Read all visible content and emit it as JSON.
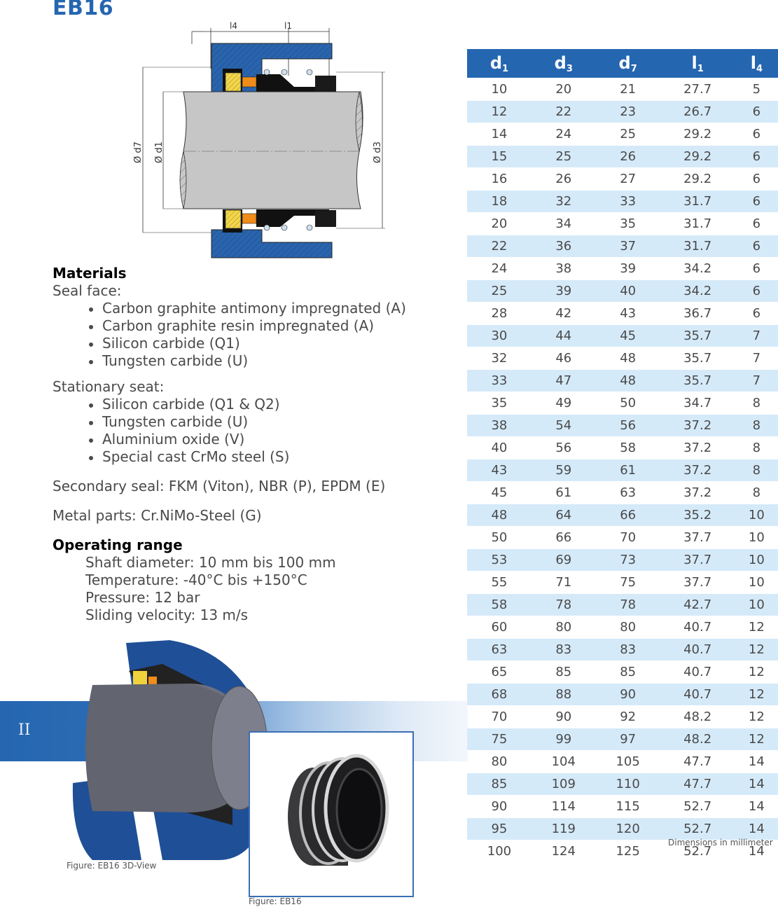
{
  "page": {
    "title": "EB16",
    "section_label": "II",
    "colors": {
      "brand_blue": "#2566b0",
      "stripe_blue": "#d5eaf9",
      "text_gray": "#4a4a4a"
    }
  },
  "drawing": {
    "dim_l4": "l4",
    "dim_l1": "l1",
    "dim_d7": "Ø d7",
    "dim_d1": "Ø d1",
    "dim_d3": "Ø d3"
  },
  "materials": {
    "heading": "Materials",
    "seal_face_label": "Seal face:",
    "seal_face": [
      "Carbon graphite antimony impregnated (A)",
      "Carbon graphite resin impregnated (A)",
      "Silicon carbide (Q1)",
      "Tungsten carbide (U)"
    ],
    "stationary_seat_label": "Stationary seat:",
    "stationary_seat": [
      "Silicon carbide (Q1 & Q2)",
      "Tungsten carbide (U)",
      "Aluminium oxide (V)",
      "Special cast CrMo steel (S)"
    ],
    "secondary_seal": "Secondary seal: FKM (Viton), NBR (P), EPDM (E)",
    "metal_parts": "Metal parts: Cr.NiMo-Steel (G)"
  },
  "operating_range": {
    "heading": "Operating range",
    "items": [
      "Shaft diameter: 10 mm bis 100 mm",
      "Temperature: -40°C bis +150°C",
      "Pressure: 12 bar",
      "Sliding velocity: 13 m/s"
    ]
  },
  "figures": {
    "view3d_caption": "Figure:  EB16 3D-View",
    "photo_caption": "Figure:  EB16"
  },
  "table": {
    "headers": [
      {
        "base": "d",
        "sub": "1"
      },
      {
        "base": "d",
        "sub": "3"
      },
      {
        "base": "d",
        "sub": "7"
      },
      {
        "base": "l",
        "sub": "1"
      },
      {
        "base": "l",
        "sub": "4"
      }
    ],
    "rows": [
      [
        "10",
        "20",
        "21",
        "27.7",
        "5"
      ],
      [
        "12",
        "22",
        "23",
        "26.7",
        "6"
      ],
      [
        "14",
        "24",
        "25",
        "29.2",
        "6"
      ],
      [
        "15",
        "25",
        "26",
        "29.2",
        "6"
      ],
      [
        "16",
        "26",
        "27",
        "29.2",
        "6"
      ],
      [
        "18",
        "32",
        "33",
        "31.7",
        "6"
      ],
      [
        "20",
        "34",
        "35",
        "31.7",
        "6"
      ],
      [
        "22",
        "36",
        "37",
        "31.7",
        "6"
      ],
      [
        "24",
        "38",
        "39",
        "34.2",
        "6"
      ],
      [
        "25",
        "39",
        "40",
        "34.2",
        "6"
      ],
      [
        "28",
        "42",
        "43",
        "36.7",
        "6"
      ],
      [
        "30",
        "44",
        "45",
        "35.7",
        "7"
      ],
      [
        "32",
        "46",
        "48",
        "35.7",
        "7"
      ],
      [
        "33",
        "47",
        "48",
        "35.7",
        "7"
      ],
      [
        "35",
        "49",
        "50",
        "34.7",
        "8"
      ],
      [
        "38",
        "54",
        "56",
        "37.2",
        "8"
      ],
      [
        "40",
        "56",
        "58",
        "37.2",
        "8"
      ],
      [
        "43",
        "59",
        "61",
        "37.2",
        "8"
      ],
      [
        "45",
        "61",
        "63",
        "37.2",
        "8"
      ],
      [
        "48",
        "64",
        "66",
        "35.2",
        "10"
      ],
      [
        "50",
        "66",
        "70",
        "37.7",
        "10"
      ],
      [
        "53",
        "69",
        "73",
        "37.7",
        "10"
      ],
      [
        "55",
        "71",
        "75",
        "37.7",
        "10"
      ],
      [
        "58",
        "78",
        "78",
        "42.7",
        "10"
      ],
      [
        "60",
        "80",
        "80",
        "40.7",
        "12"
      ],
      [
        "63",
        "83",
        "83",
        "40.7",
        "12"
      ],
      [
        "65",
        "85",
        "85",
        "40.7",
        "12"
      ],
      [
        "68",
        "88",
        "90",
        "40.7",
        "12"
      ],
      [
        "70",
        "90",
        "92",
        "48.2",
        "12"
      ],
      [
        "75",
        "99",
        "97",
        "48.2",
        "12"
      ],
      [
        "80",
        "104",
        "105",
        "47.7",
        "14"
      ],
      [
        "85",
        "109",
        "110",
        "47.7",
        "14"
      ],
      [
        "90",
        "114",
        "115",
        "52.7",
        "14"
      ],
      [
        "95",
        "119",
        "120",
        "52.7",
        "14"
      ],
      [
        "100",
        "124",
        "125",
        "52.7",
        "14"
      ]
    ],
    "note": "Dimensions in millimeter"
  }
}
